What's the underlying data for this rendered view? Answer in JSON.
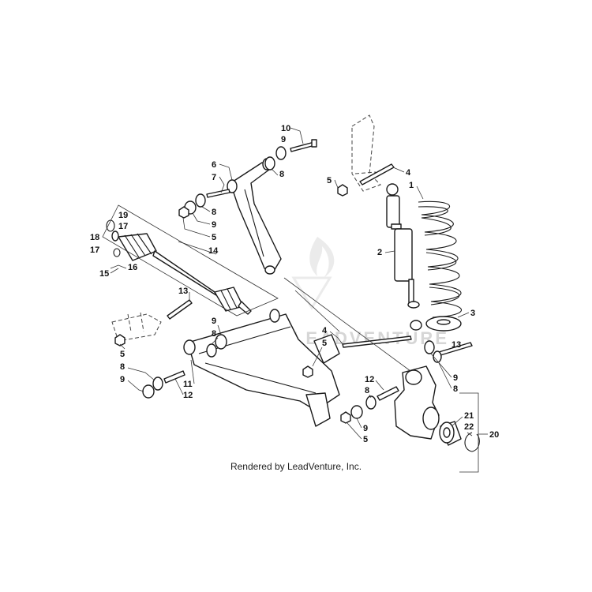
{
  "credit": "Rendered by LeadVenture, Inc.",
  "watermark": "LEADVENTURE",
  "callouts": [
    {
      "id": "c10a",
      "text": "10"
    },
    {
      "id": "c9a",
      "text": "9"
    },
    {
      "id": "c8a",
      "text": "8"
    },
    {
      "id": "c6",
      "text": "6"
    },
    {
      "id": "c7",
      "text": "7"
    },
    {
      "id": "c8b",
      "text": "8"
    },
    {
      "id": "c9b",
      "text": "9"
    },
    {
      "id": "c5a",
      "text": "5"
    },
    {
      "id": "c14",
      "text": "14"
    },
    {
      "id": "c19",
      "text": "19"
    },
    {
      "id": "c18",
      "text": "18"
    },
    {
      "id": "c17a",
      "text": "17"
    },
    {
      "id": "c17b",
      "text": "17"
    },
    {
      "id": "c16",
      "text": "16"
    },
    {
      "id": "c15",
      "text": "15"
    },
    {
      "id": "c4a",
      "text": "4"
    },
    {
      "id": "c5b",
      "text": "5"
    },
    {
      "id": "c1",
      "text": "1"
    },
    {
      "id": "c2",
      "text": "2"
    },
    {
      "id": "c3",
      "text": "3"
    },
    {
      "id": "c13a",
      "text": "13"
    },
    {
      "id": "c9c",
      "text": "9"
    },
    {
      "id": "c8c",
      "text": "8"
    },
    {
      "id": "c5c",
      "text": "5"
    },
    {
      "id": "c8d",
      "text": "8"
    },
    {
      "id": "c9d",
      "text": "9"
    },
    {
      "id": "c11",
      "text": "11"
    },
    {
      "id": "c12a",
      "text": "12"
    },
    {
      "id": "c4b",
      "text": "4"
    },
    {
      "id": "c5d",
      "text": "5"
    },
    {
      "id": "c13b",
      "text": "13"
    },
    {
      "id": "c9e",
      "text": "9"
    },
    {
      "id": "c8e",
      "text": "8"
    },
    {
      "id": "c12b",
      "text": "12"
    },
    {
      "id": "c8f",
      "text": "8"
    },
    {
      "id": "c9f",
      "text": "9"
    },
    {
      "id": "c5e",
      "text": "5"
    },
    {
      "id": "c21",
      "text": "21"
    },
    {
      "id": "c22",
      "text": "22"
    },
    {
      "id": "c20",
      "text": "20"
    }
  ]
}
